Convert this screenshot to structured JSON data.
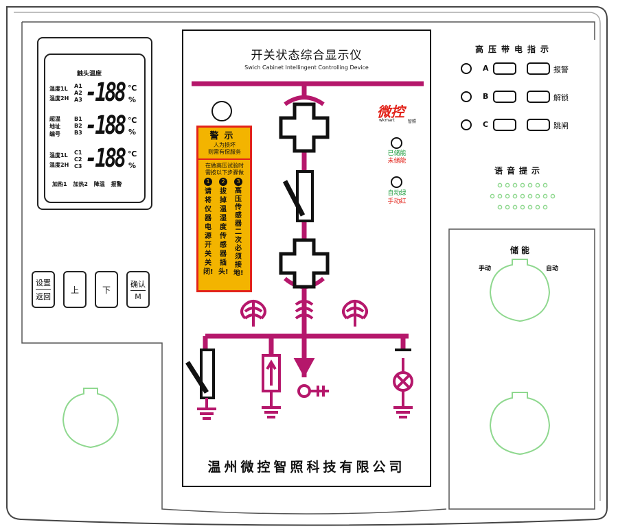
{
  "lcd": {
    "title": "触头温度",
    "row1": {
      "labels": [
        "温度1L",
        "温度2H"
      ],
      "channels": [
        "A1",
        "A2",
        "A3"
      ],
      "digits": "-188",
      "unit_top": "℃",
      "unit_bottom": "%"
    },
    "row2": {
      "labels": [
        "超温",
        "地址",
        "编号"
      ],
      "channels": [
        "B1",
        "B2",
        "B3"
      ],
      "digits": "-188",
      "unit_top": "℃",
      "unit_bottom": "%"
    },
    "row3": {
      "labels": [
        "温度1L",
        "温度2H"
      ],
      "channels": [
        "C1",
        "C2",
        "C3"
      ],
      "digits": "-188",
      "unit_top": "℃",
      "unit_bottom": "%"
    },
    "footer": "加热1 加热2 降温 报警"
  },
  "keys": {
    "set_top": "设置",
    "set_bottom": "返回",
    "up": "上",
    "down": "下",
    "confirm_top": "确认",
    "confirm_bottom": "M"
  },
  "center": {
    "title": "开关状态综合显示仪",
    "subtitle": "Swich Cabinet Intellingent Controlling Device",
    "logo": "微控",
    "logo_sub": "wkmart",
    "logo_tag": "智照",
    "footer": "温州微控智照科技有限公司",
    "warning": {
      "title": "警示",
      "line1": "人为损坏",
      "line2": "则需有偿服务",
      "intro1": "在做高压试验时",
      "intro2": "需按以下步骤做",
      "steps": [
        {
          "num": "1",
          "text": "请将仪器电源开关关闭!"
        },
        {
          "num": "2",
          "text": "拔掉温湿度传感器插头!"
        },
        {
          "num": "3",
          "text": "高压传感器二次必须接地!"
        }
      ]
    },
    "energy_indicator": {
      "green": "已储能",
      "red": "未储能"
    },
    "mode_indicator": {
      "green": "自动绿",
      "red": "手动红"
    },
    "colors": {
      "bus": "#b5176b",
      "warn_bg": "#f3b400",
      "warn_border": "#e2231a",
      "green": "#1a9a3a",
      "red": "#e2231a",
      "knob": "#8fd88f"
    }
  },
  "right": {
    "title": "高压带电指示",
    "phases": [
      "A",
      "B",
      "C"
    ],
    "labels": [
      "报警",
      "解锁",
      "跳闸"
    ],
    "voice": "语音提示",
    "storage": {
      "title": "储能",
      "manual": "手动",
      "auto": "自动"
    }
  }
}
